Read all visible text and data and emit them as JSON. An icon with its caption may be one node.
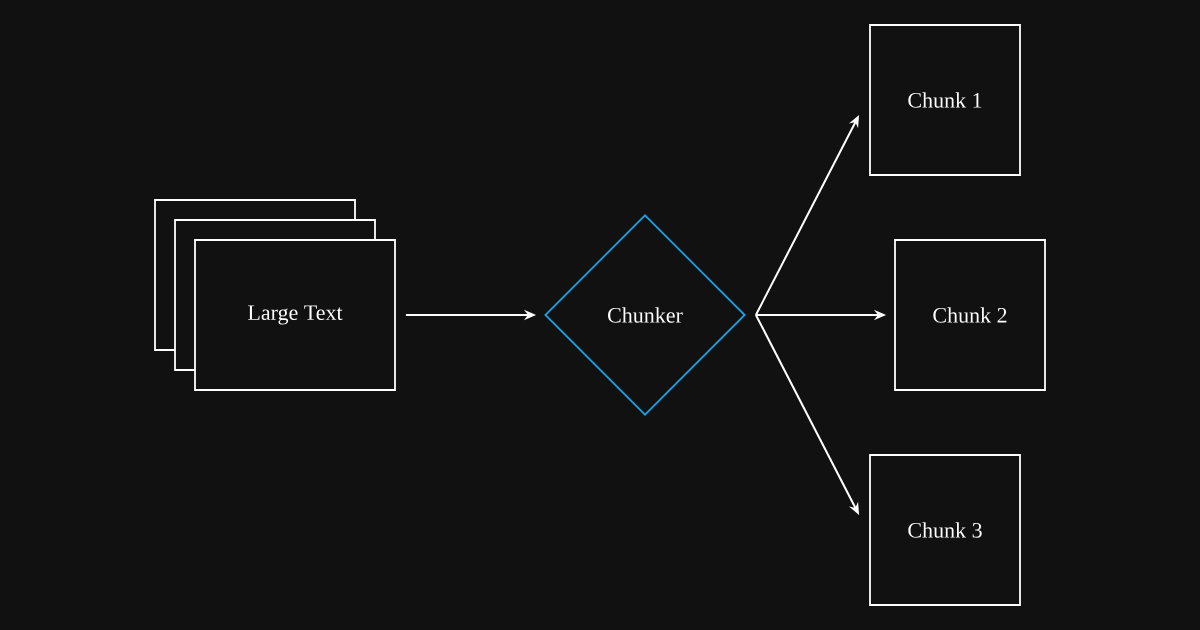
{
  "diagram": {
    "nodes": [
      {
        "text": [
          "Large Text"
        ]
      },
      {
        "text": [
          "Chunker"
        ]
      },
      {
        "text": [
          "Chunk 1"
        ]
      },
      {
        "text": [
          "Chunk 2"
        ]
      },
      {
        "text": [
          "Chunk 3"
        ]
      }
    ],
    "edges": [
      {
        "from": 0,
        "to": 1,
        "arrow": "to"
      },
      {
        "from": 1,
        "to": 2,
        "arrow": "to"
      },
      {
        "from": 1,
        "to": 3,
        "arrow": "to"
      },
      {
        "from": 1,
        "to": 4,
        "arrow": "to"
      }
    ]
  }
}
